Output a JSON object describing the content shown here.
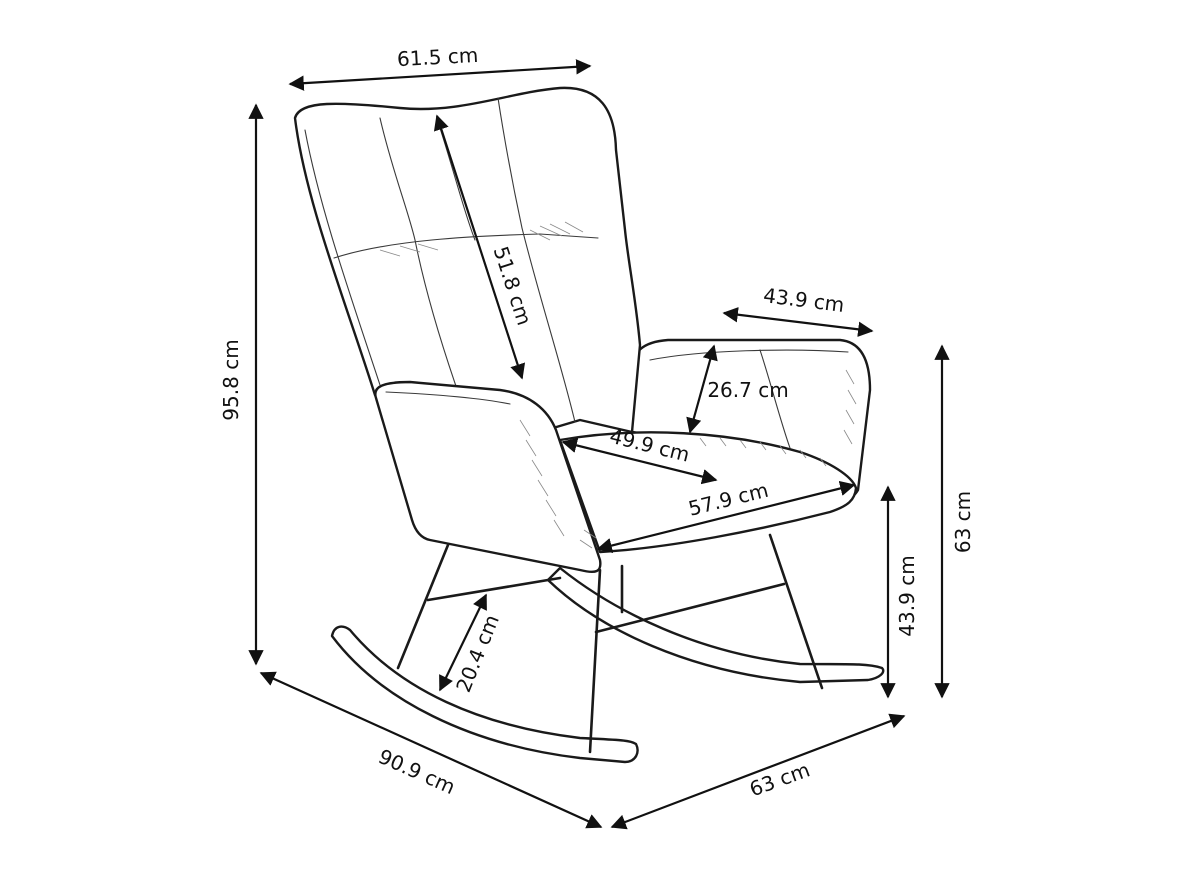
{
  "dimensions": {
    "overall_width": "61.5 cm",
    "overall_height": "95.8 cm",
    "backrest_height": "51.8 cm",
    "armrest_width": "43.9 cm",
    "armrest_height": "26.7 cm",
    "seat_depth": "49.9 cm",
    "seat_width": "57.9 cm",
    "seat_height": "43.9 cm",
    "armrest_floor_height": "63 cm",
    "rocker_clearance": "20.4 cm",
    "overall_depth": "90.9 cm",
    "base_width": "63 cm"
  }
}
